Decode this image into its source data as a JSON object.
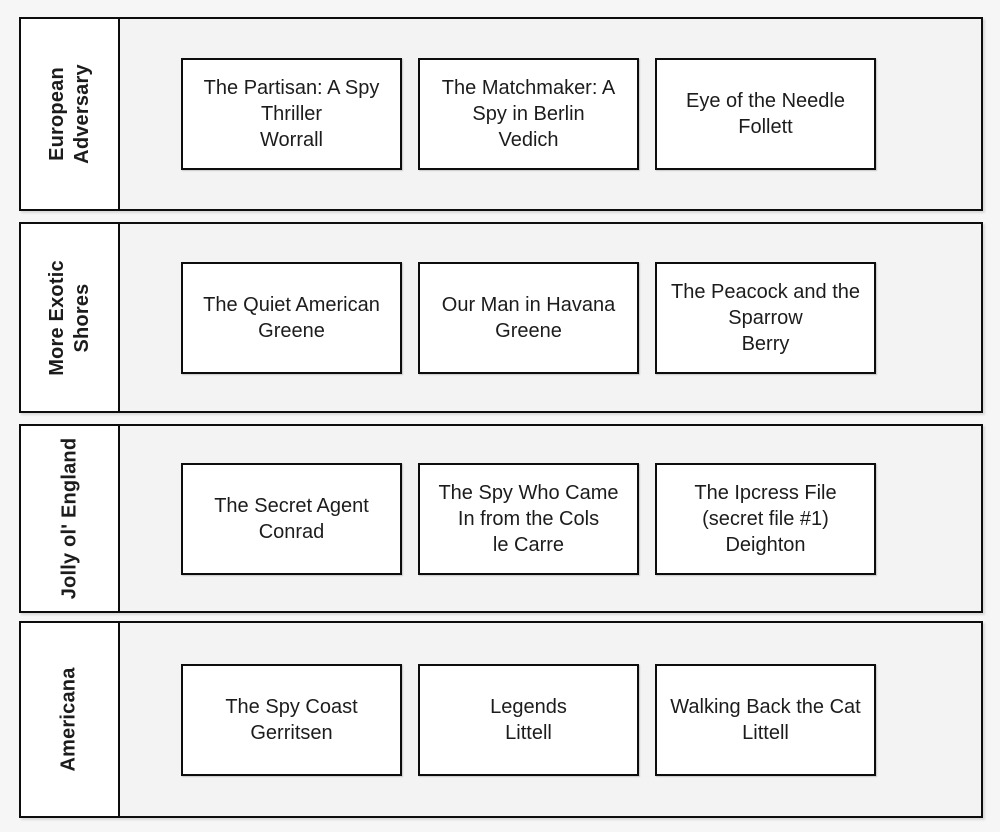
{
  "diagram": {
    "type": "swimlane-book-diagram",
    "colors": {
      "page_background": "#f7f6f6",
      "lane_fill": "#f4f3f3",
      "label_fill": "#ffffff",
      "box_fill": "#ffffff",
      "border": "#0d0d0d",
      "text": "#1c1c1c"
    },
    "lanes": [
      {
        "label": "European\nAdversary",
        "books": [
          {
            "title": "The Partisan: A Spy\nThriller",
            "author": "Worrall"
          },
          {
            "title": "The Matchmaker: A\nSpy in Berlin",
            "author": "Vedich"
          },
          {
            "title": "Eye of the Needle",
            "author": "Follett"
          }
        ]
      },
      {
        "label": "More Exotic\nShores",
        "books": [
          {
            "title": "The Quiet American",
            "author": "Greene"
          },
          {
            "title": "Our Man in Havana",
            "author": "Greene"
          },
          {
            "title": "The Peacock and the\nSparrow",
            "author": "Berry"
          }
        ]
      },
      {
        "label": "Jolly ol' England",
        "books": [
          {
            "title": "The Secret Agent",
            "author": "Conrad"
          },
          {
            "title": "The Spy Who Came\nIn from the Cols",
            "author": "le Carre"
          },
          {
            "title": "The Ipcress File\n(secret file #1)",
            "author": "Deighton"
          }
        ]
      },
      {
        "label": "Americana",
        "books": [
          {
            "title": "The Spy Coast",
            "author": "Gerritsen"
          },
          {
            "title": "Legends",
            "author": "Littell"
          },
          {
            "title": "Walking Back the Cat",
            "author": "Littell"
          }
        ]
      }
    ]
  }
}
